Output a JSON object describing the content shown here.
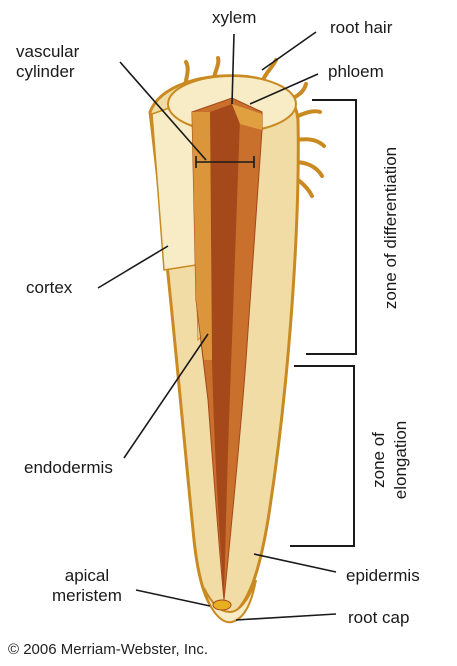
{
  "labels": {
    "xylem": "xylem",
    "root_hair": "root hair",
    "phloem": "phloem",
    "vascular_cylinder": "vascular\ncylinder",
    "vascular_line1": "vascular",
    "vascular_line2": "cylinder",
    "cortex": "cortex",
    "endodermis": "endodermis",
    "apical_line1": "apical",
    "apical_line2": "meristem",
    "epidermis": "epidermis",
    "root_cap": "root cap",
    "zone_differentiation": "zone of differentiation",
    "zone_elongation_line1": "zone of",
    "zone_elongation_line2": "elongation"
  },
  "copyright": "© 2006 Merriam-Webster, Inc.",
  "colors": {
    "outer_tan": "#f1dca6",
    "outer_edge": "#c98a22",
    "cortex_light": "#f7ecc6",
    "cortex_face": "#f3e2ad",
    "vascular_dark": "#a5481a",
    "vascular_mid": "#c8702c",
    "vascular_light": "#e0a040",
    "leader": "#1a1a1a"
  }
}
